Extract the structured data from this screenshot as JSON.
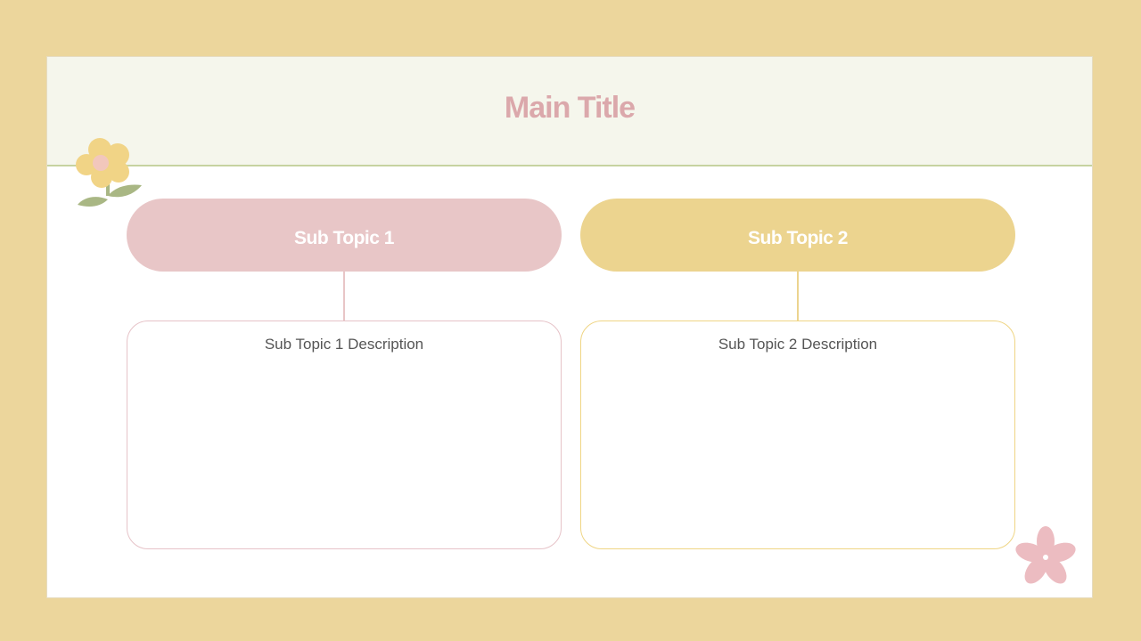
{
  "colors": {
    "page_bg": "#ecd69c",
    "header_bg": "#f5f6ec",
    "title": "#dba8ab",
    "pink_accent": "#e8c6c7",
    "pink_border": "#e6c3c8",
    "yellow_accent": "#ecd48f",
    "yellow_border": "#efd584",
    "yellow_flower": "#f1d486",
    "flower_center": "#f2c7bc",
    "leaf": "#a9b784",
    "pink_flower": "#ecbcc1"
  },
  "title": "Main Title",
  "topics": [
    {
      "label": "Sub Topic 1",
      "description": "Sub Topic 1 Description"
    },
    {
      "label": "Sub Topic 2",
      "description": "Sub Topic 2 Description"
    }
  ]
}
